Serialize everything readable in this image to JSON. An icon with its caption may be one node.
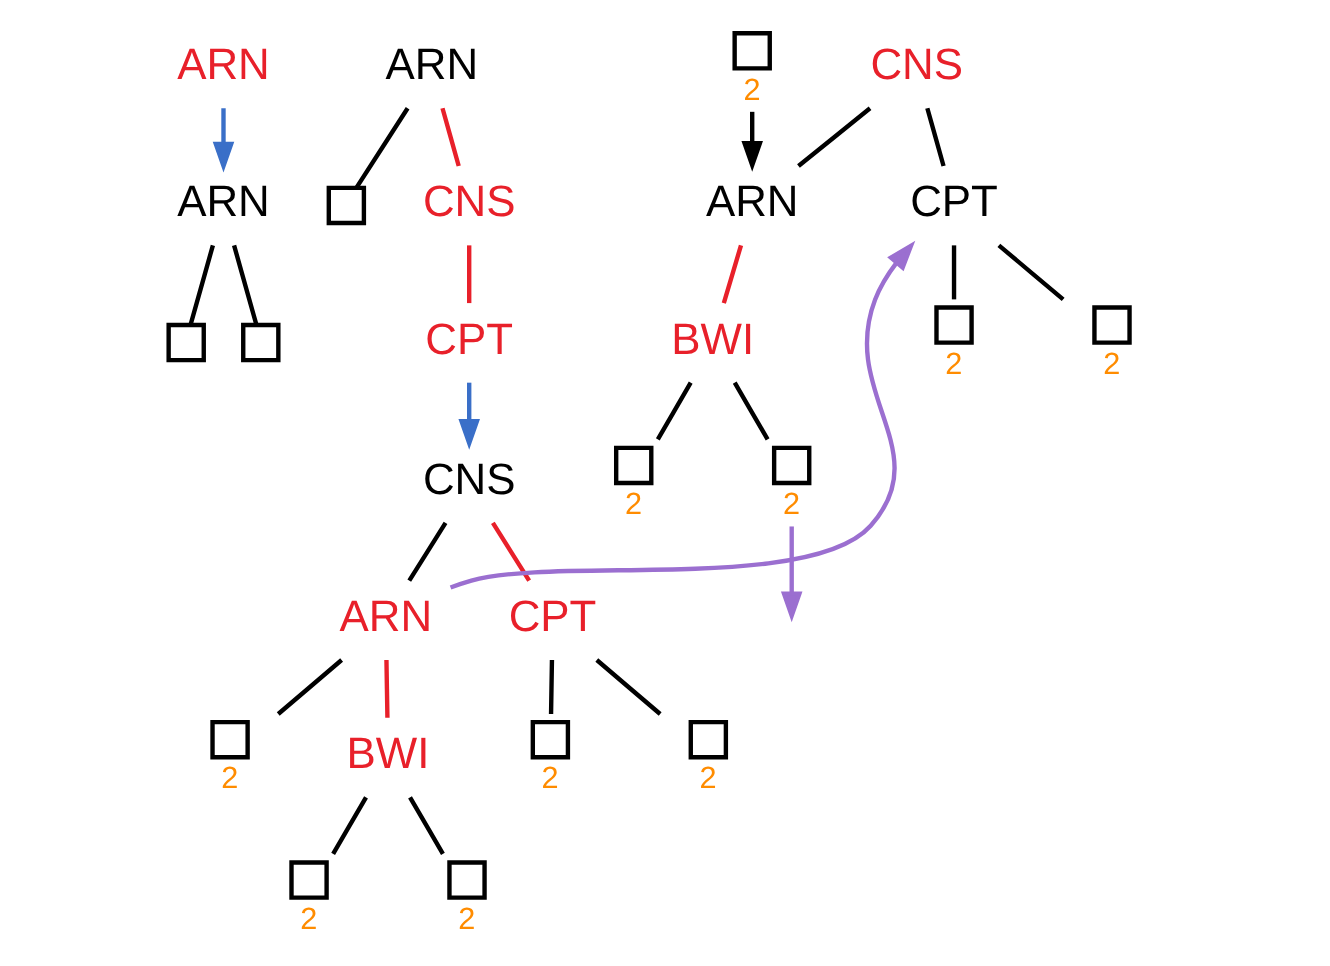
{
  "diagram": {
    "nodes": [
      {
        "text": [
          "ARN"
        ]
      },
      {
        "text": [
          "ARN"
        ]
      },
      {
        "text": [],
        "shape": "box"
      },
      {
        "text": [],
        "shape": "box"
      },
      {
        "text": [
          "ARN"
        ]
      },
      {
        "text": [],
        "shape": "box"
      },
      {
        "text": [
          "CNS"
        ]
      },
      {
        "text": [
          "CPT"
        ]
      },
      {
        "text": [
          "CNS"
        ]
      },
      {
        "text": [
          "ARN"
        ]
      },
      {
        "text": [
          "CPT"
        ]
      },
      {
        "text": [],
        "shape": "box",
        "beside": [
          "2"
        ]
      },
      {
        "text": [
          "BWI"
        ]
      },
      {
        "text": [],
        "shape": "box",
        "beside": [
          "2"
        ]
      },
      {
        "text": [],
        "shape": "box",
        "beside": [
          "2"
        ]
      },
      {
        "text": [],
        "shape": "box",
        "beside": [
          "2"
        ]
      },
      {
        "text": [],
        "shape": "box",
        "beside": [
          "2"
        ]
      },
      {
        "text": [
          "CNS"
        ]
      },
      {
        "text": [
          "ARN"
        ]
      },
      {
        "text": [
          "CPT"
        ]
      },
      {
        "text": [],
        "shape": "box",
        "beside": [
          "2"
        ]
      },
      {
        "text": [
          "BWI"
        ]
      },
      {
        "text": [],
        "shape": "box",
        "beside": [
          "2"
        ]
      },
      {
        "text": [],
        "shape": "box",
        "beside": [
          "2"
        ]
      },
      {
        "text": [],
        "shape": "box",
        "beside": [
          "2"
        ]
      },
      {
        "text": [],
        "shape": "box",
        "beside": [
          "2"
        ]
      }
    ],
    "edges": [
      {
        "from": 0,
        "to": 1,
        "arrow": "to",
        "color": "#3a6fc8"
      },
      {
        "from": 1,
        "to": 2,
        "arrow": "none"
      },
      {
        "from": 1,
        "to": 3,
        "arrow": "none"
      },
      {
        "from": 4,
        "to": 5,
        "arrow": "none"
      },
      {
        "from": 4,
        "to": 6,
        "arrow": "none",
        "color": "#e8202a"
      },
      {
        "from": 6,
        "to": 7,
        "arrow": "none",
        "color": "#e8202a"
      },
      {
        "from": 7,
        "to": 8,
        "arrow": "to",
        "color": "#3a6fc8"
      },
      {
        "from": 8,
        "to": 9,
        "arrow": "none"
      },
      {
        "from": 8,
        "to": 10,
        "arrow": "none",
        "color": "#e8202a"
      },
      {
        "from": 9,
        "to": 11,
        "arrow": "none"
      },
      {
        "from": 9,
        "to": 12,
        "arrow": "none",
        "color": "#e8202a"
      },
      {
        "from": 12,
        "to": 13,
        "arrow": "none"
      },
      {
        "from": 12,
        "to": 14,
        "arrow": "none"
      },
      {
        "from": 10,
        "to": 15,
        "arrow": "none"
      },
      {
        "from": 10,
        "to": 16,
        "arrow": "none"
      },
      {
        "from": 9,
        "to": 19,
        "arrow": "to",
        "color": "#9b6fd0"
      },
      {
        "from": 17,
        "to": 18,
        "arrow": "none"
      },
      {
        "from": 17,
        "to": 19,
        "arrow": "none"
      },
      {
        "from": 20,
        "to": 18,
        "arrow": "to"
      },
      {
        "from": 18,
        "to": 21,
        "arrow": "none",
        "color": "#e8202a"
      },
      {
        "from": 21,
        "to": 22,
        "arrow": "none"
      },
      {
        "from": 21,
        "to": 23,
        "arrow": "none"
      },
      {
        "from": 19,
        "to": 24,
        "arrow": "none"
      },
      {
        "from": 19,
        "to": 25,
        "arrow": "none"
      },
      {
        "from": 23,
        "to": null,
        "arrow": "to",
        "color": "#9b6fd0"
      }
    ]
  }
}
